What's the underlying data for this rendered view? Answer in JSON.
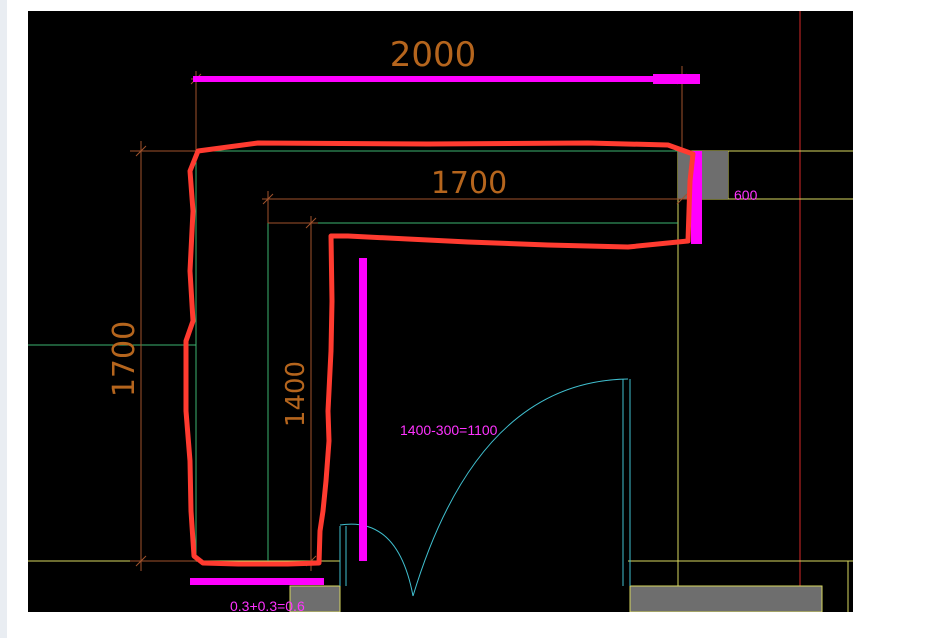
{
  "drawing": {
    "colors": {
      "background": "#000000",
      "dimension": "#a0522d",
      "dimension_text": "#b5651d",
      "annotation_line": "#ff00ff",
      "annotation_text": "#ff33ff",
      "markup": "#ff3b30",
      "wall_green": "#3cb371",
      "wall_yellow": "#d8d860",
      "door_cyan": "#40c0d0",
      "grid_red": "#b22222",
      "fill_gray": "#6e6e6e"
    },
    "dimensions": {
      "top_total": "2000",
      "inner_top": "1700",
      "left_height": "1700",
      "inner_height": "1400"
    },
    "notes": {
      "side_depth": "600",
      "length_calc": "1400-300=1100",
      "bottom_calc": "0.3+0.3=0.6"
    }
  }
}
